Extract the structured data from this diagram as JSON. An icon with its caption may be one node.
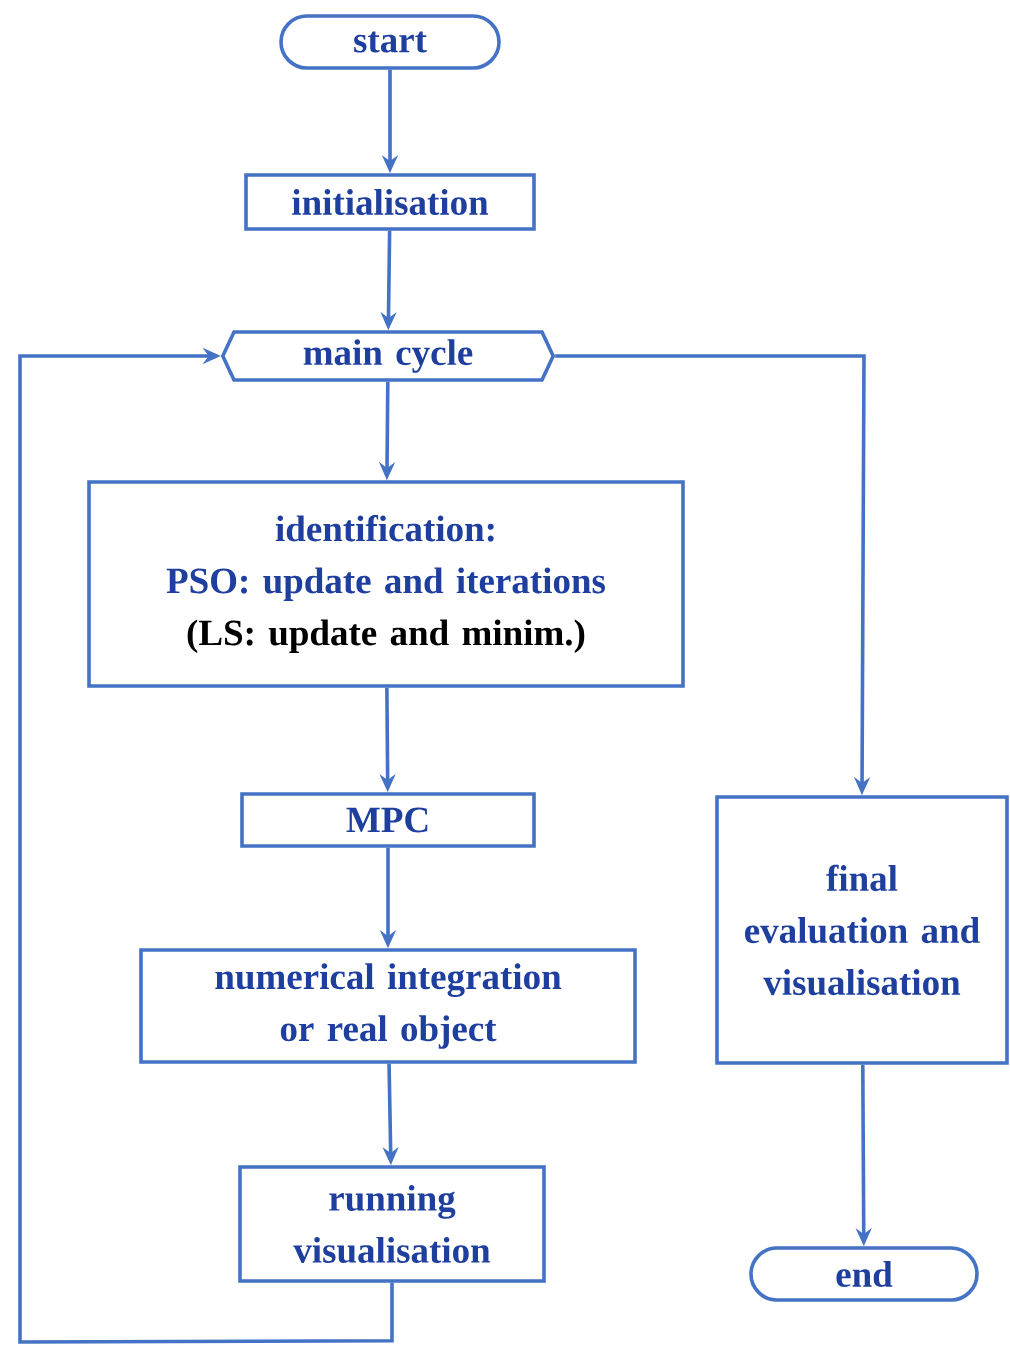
{
  "diagram": {
    "nodes": [
      {
        "text": [
          "start"
        ]
      },
      {
        "text": [
          "initialisation"
        ]
      },
      {
        "text": [
          "main cycle"
        ]
      },
      {
        "text": [
          "identification:",
          "PSO: update and iterations",
          "(LS: update and minim.)"
        ]
      },
      {
        "text": [
          "MPC"
        ]
      },
      {
        "text": [
          "numerical integration or real object"
        ]
      },
      {
        "text": [
          "running visualisation"
        ]
      },
      {
        "text": [
          "final evaluation and visualisation"
        ]
      },
      {
        "text": [
          "end"
        ]
      }
    ],
    "edges": [
      {
        "from": 0,
        "to": 1,
        "arrow": "to"
      },
      {
        "from": 1,
        "to": 2,
        "arrow": "to"
      },
      {
        "from": 2,
        "to": 3,
        "arrow": "to"
      },
      {
        "from": 3,
        "to": 4,
        "arrow": "to"
      },
      {
        "from": 4,
        "to": 5,
        "arrow": "to"
      },
      {
        "from": 5,
        "to": 6,
        "arrow": "to"
      },
      {
        "from": 6,
        "to": 2,
        "arrow": "to"
      },
      {
        "from": 2,
        "to": 7,
        "arrow": "to"
      },
      {
        "from": 7,
        "to": 8,
        "arrow": "to"
      }
    ]
  }
}
